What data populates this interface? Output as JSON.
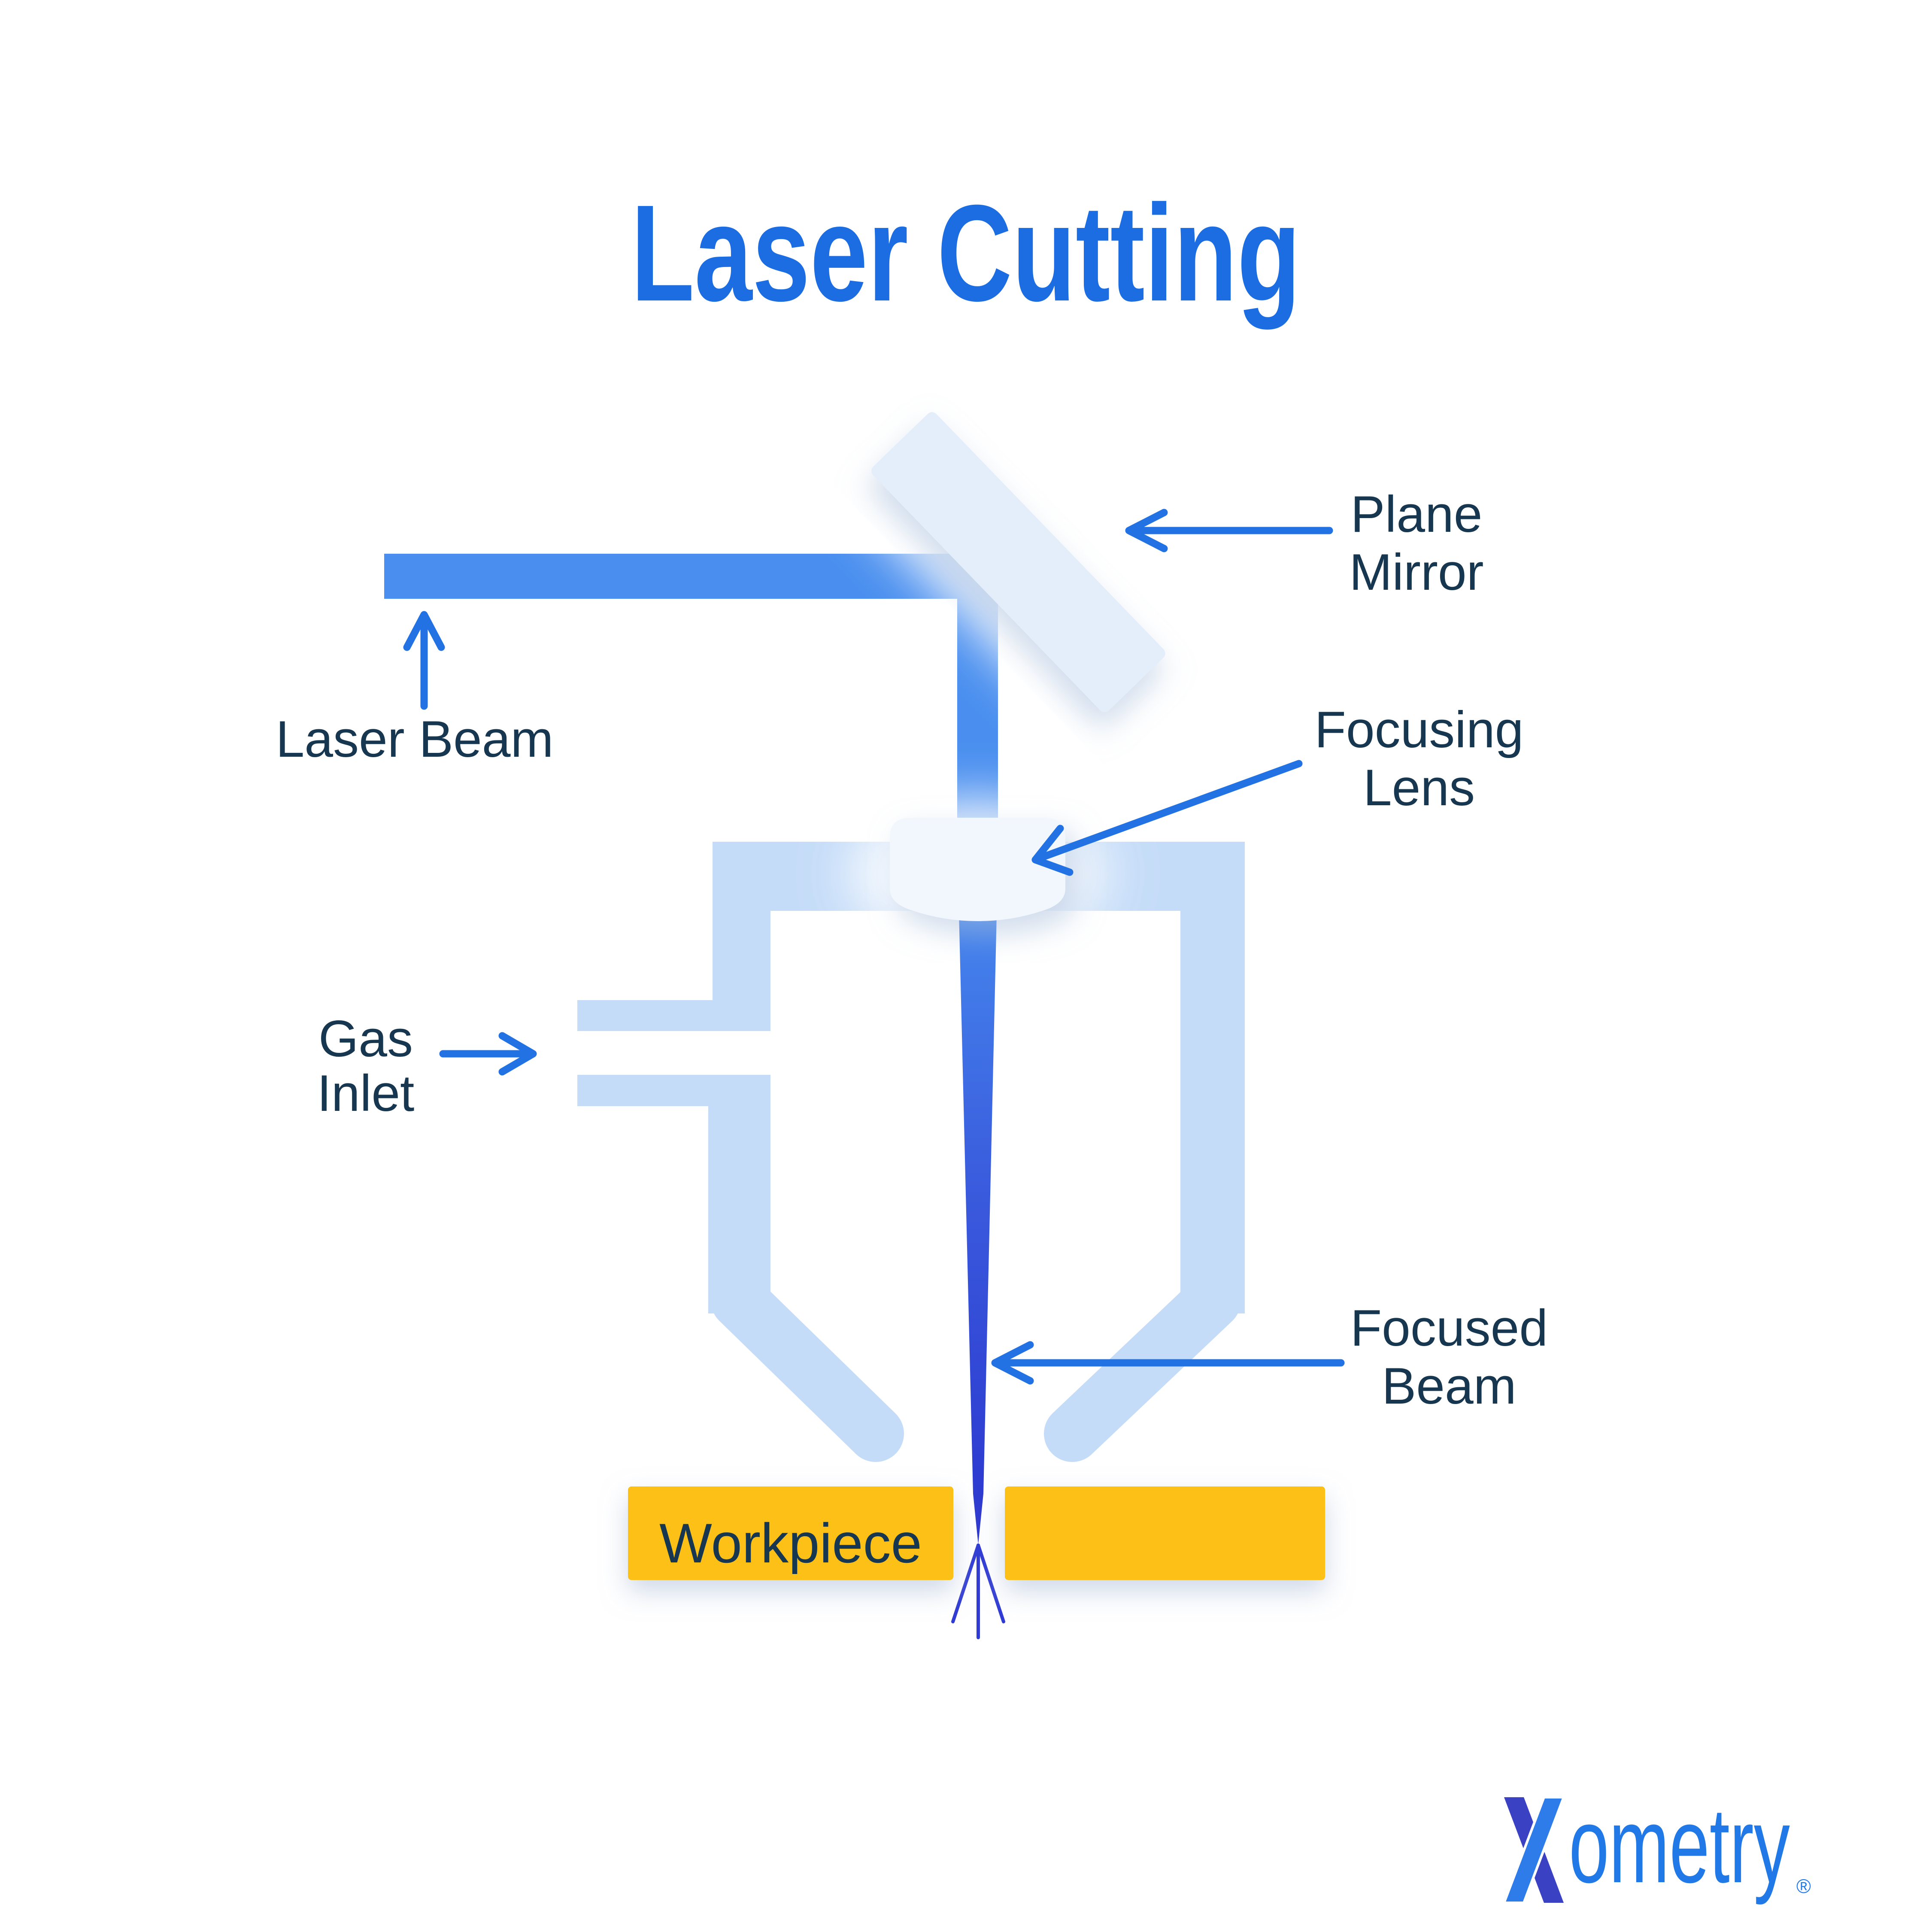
{
  "title": {
    "text": "Laser Cutting"
  },
  "labels": {
    "plane_mirror": {
      "line1": "Plane",
      "line2": "Mirror"
    },
    "focusing_lens": {
      "line1": "Focusing",
      "line2": "Lens"
    },
    "laser_beam": {
      "text": "Laser Beam"
    },
    "gas_inlet": {
      "line1": "Gas",
      "line2": "Inlet"
    },
    "focused_beam": {
      "line1": "Focused",
      "line2": "Beam"
    },
    "workpiece": {
      "text": "Workpiece"
    }
  },
  "logo": {
    "wordmark": "ometry",
    "registered": "®"
  },
  "colors": {
    "background": "#FFFFFF",
    "title": "#1C6DE2",
    "label": "#16374F",
    "arrow": "#2272E4",
    "beam": "#4A8FEF",
    "focused_beam_top": "#4588EE",
    "focused_beam_bottom": "#2B35CE",
    "spark": "#2F3BD2",
    "nozzle": "#C5DCF8",
    "mirror": "#E4EEFB",
    "lens": "#F2F7FD",
    "workpiece": "#FCC013",
    "logo_x_dark": "#3A41C2",
    "logo_x_blue": "#2D7CE9",
    "logo_text": "#2079E6"
  }
}
